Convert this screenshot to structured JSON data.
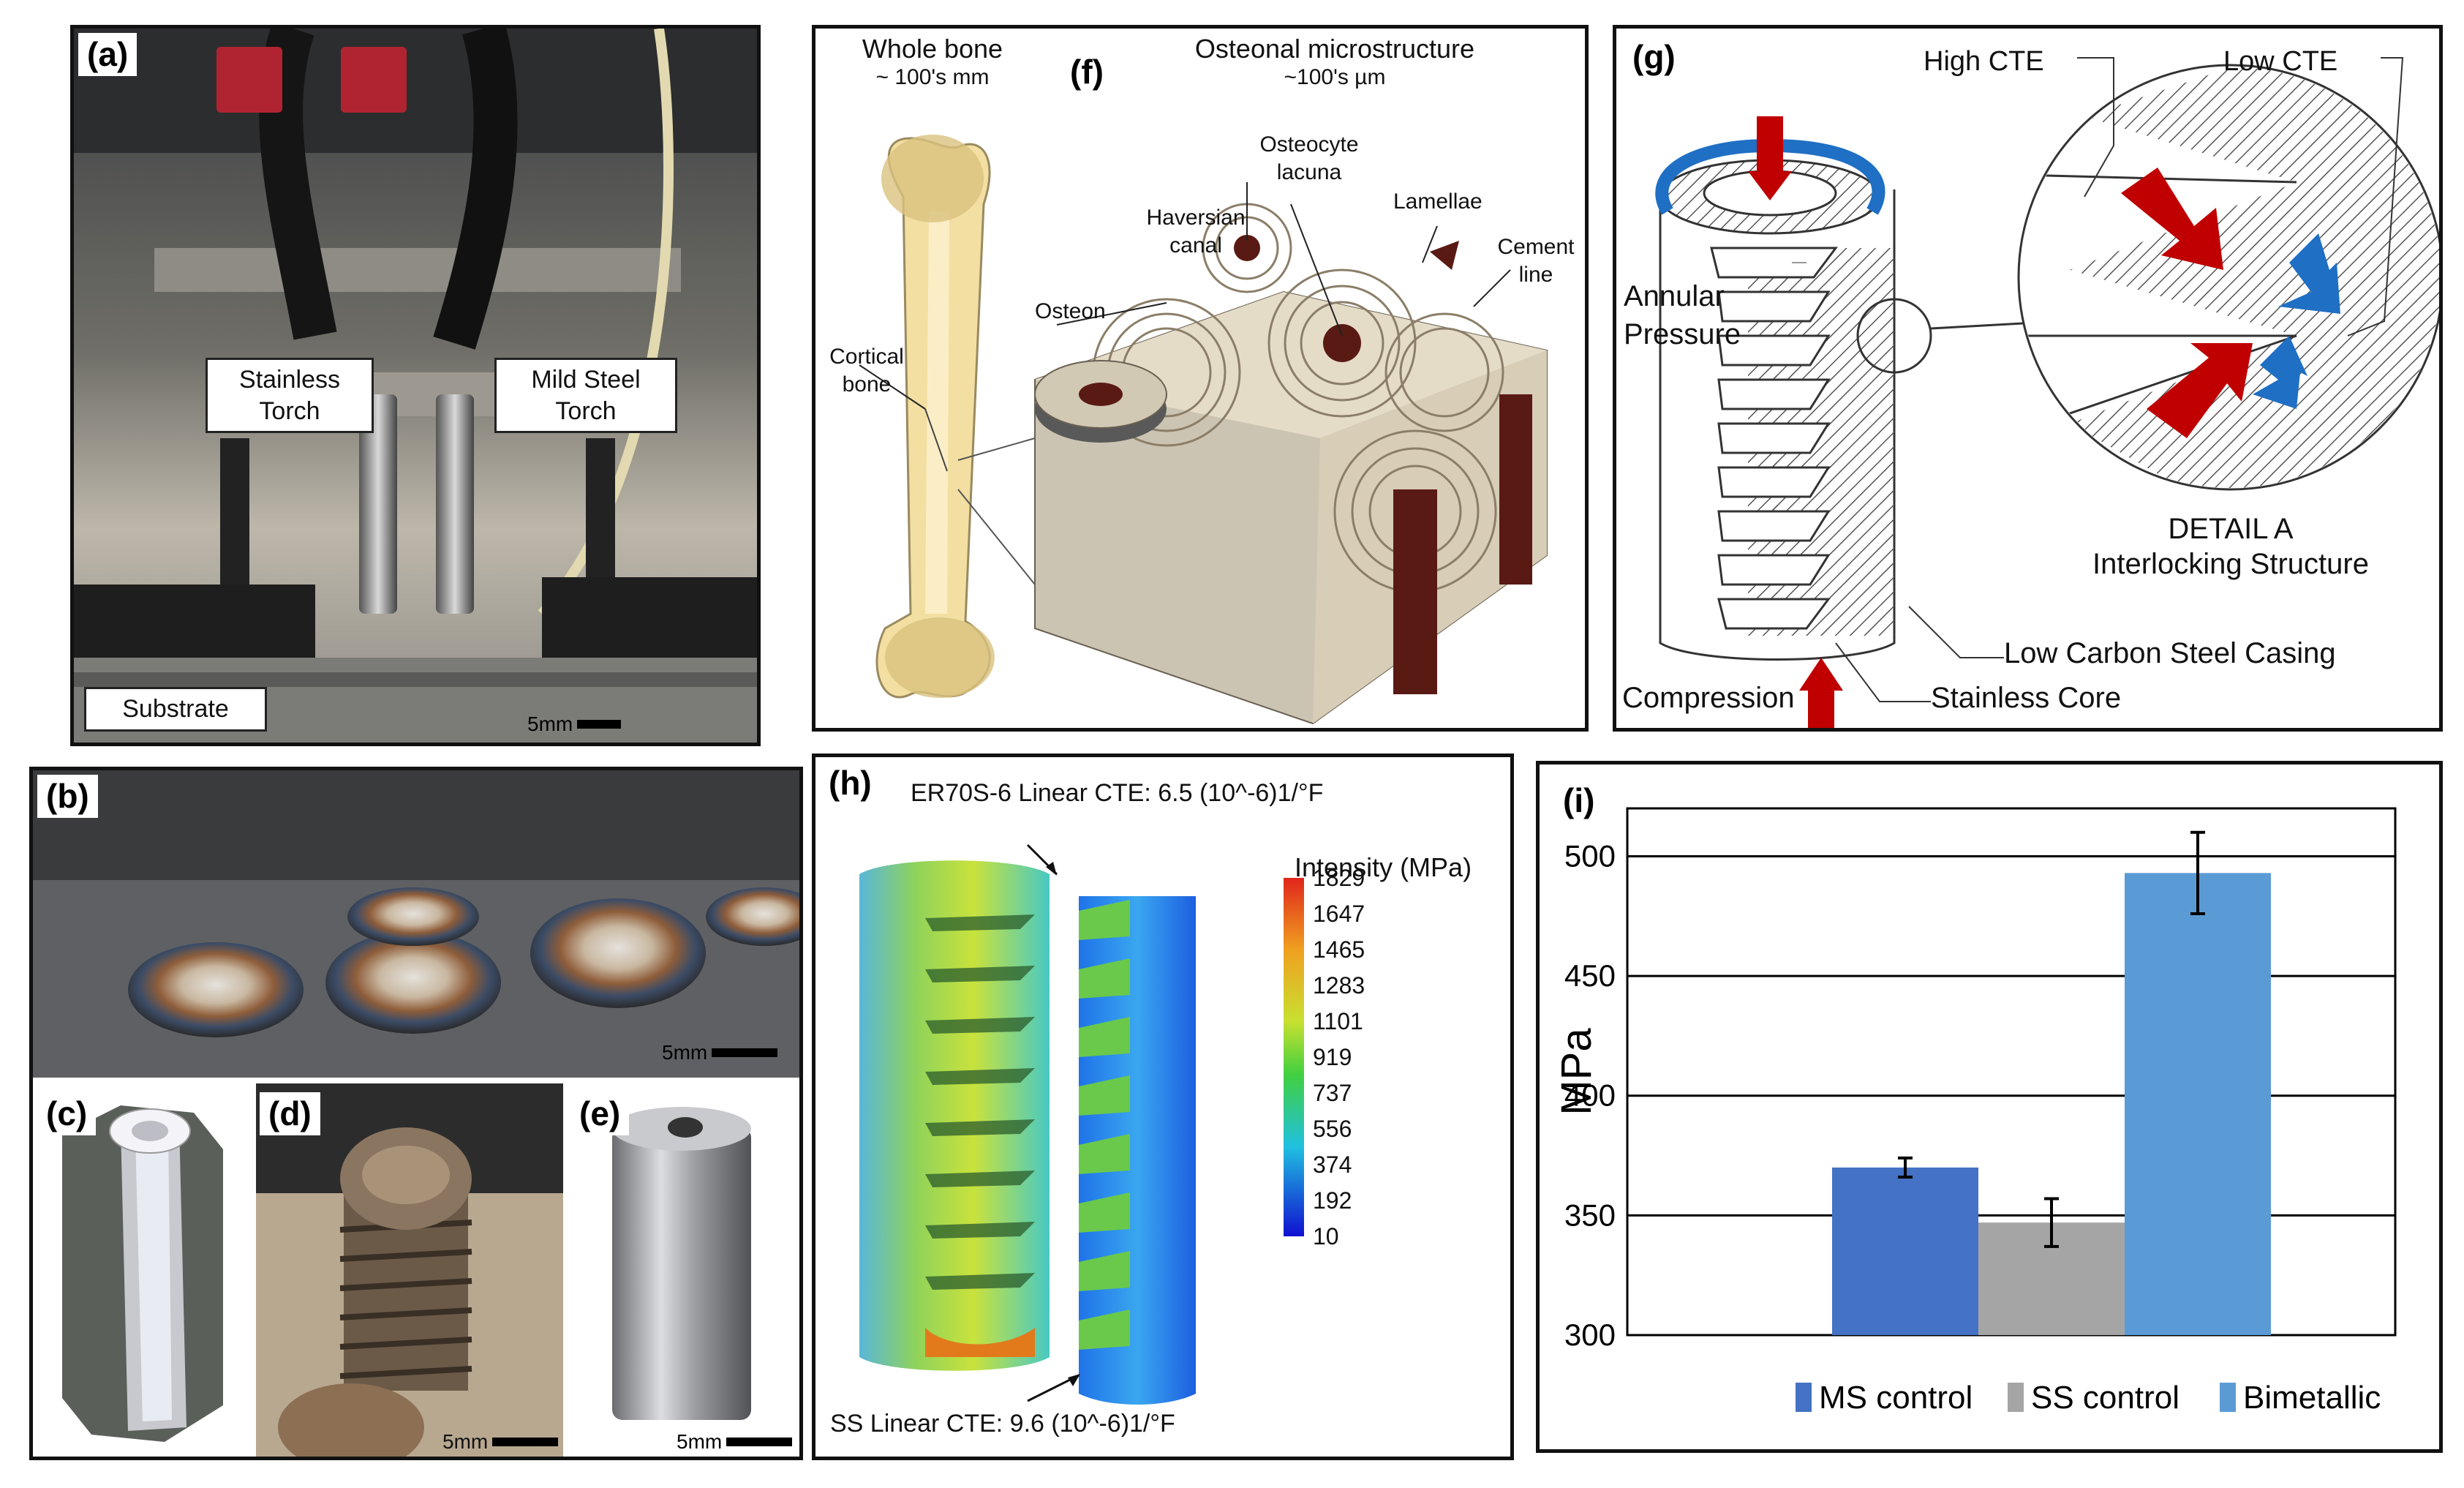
{
  "panels": {
    "a": {
      "tag": "(a)",
      "stainless_torch": [
        "Stainless",
        "Torch"
      ],
      "mild_steel_torch": [
        "Mild Steel",
        "Torch"
      ],
      "substrate": "Substrate",
      "scale": "5mm"
    },
    "b": {
      "tag": "(b)",
      "scale": "5mm"
    },
    "c": {
      "tag": "(c)"
    },
    "d": {
      "tag": "(d)",
      "scale": "5mm"
    },
    "e": {
      "tag": "(e)",
      "scale": "5mm"
    },
    "f": {
      "tag": "(f)",
      "whole_bone": [
        "Whole bone",
        "~ 100's mm"
      ],
      "osteonal": [
        "Osteonal microstructure",
        "~100's µm"
      ],
      "osteocyte": [
        "Osteocyte",
        "lacuna"
      ],
      "lamellae": "Lamellae",
      "haversian": [
        "Haversian",
        "canal"
      ],
      "cement": [
        "Cement",
        "line"
      ],
      "osteon": "Osteon",
      "cortical": [
        "Cortical",
        "bone"
      ]
    },
    "g": {
      "tag": "(g)",
      "high_cte": "High CTE",
      "low_cte": "Low CTE",
      "annular": [
        "Annular",
        "Pressure"
      ],
      "detail": [
        "DETAIL A",
        "Interlocking Structure"
      ],
      "casing": "Low Carbon Steel Casing",
      "compression": "Compression",
      "core": "Stainless Core"
    },
    "h": {
      "tag": "(h)",
      "top_label": "ER70S-6 Linear CTE: 6.5 (10^-6)1/°F",
      "bottom_label": "SS Linear CTE: 9.6 (10^-6)1/°F",
      "legend_title": "Intensity (MPa)",
      "legend_values": [
        "1829",
        "1647",
        "1465",
        "1283",
        "1101",
        "919",
        "737",
        "556",
        "374",
        "192",
        "10"
      ]
    },
    "i": {
      "tag": "(i)"
    }
  },
  "colors": {
    "ms_control": "#4472c4",
    "ss_control": "#a5a5a5",
    "bimetallic": "#5b9bd5",
    "arrow_red": "#c00000",
    "arrow_blue": "#1f6fc4",
    "bone_dark": "#5a1a14"
  },
  "chart_data": {
    "type": "bar",
    "categories": [
      "MS control",
      "SS control",
      "Bimetallic"
    ],
    "values": [
      370,
      347,
      493
    ],
    "errors": [
      4,
      10,
      17
    ],
    "ylabel": "MPa",
    "ylim": [
      300,
      520
    ],
    "yticks": [
      300,
      350,
      400,
      450,
      500
    ],
    "grid": true,
    "legend_position": "bottom"
  }
}
